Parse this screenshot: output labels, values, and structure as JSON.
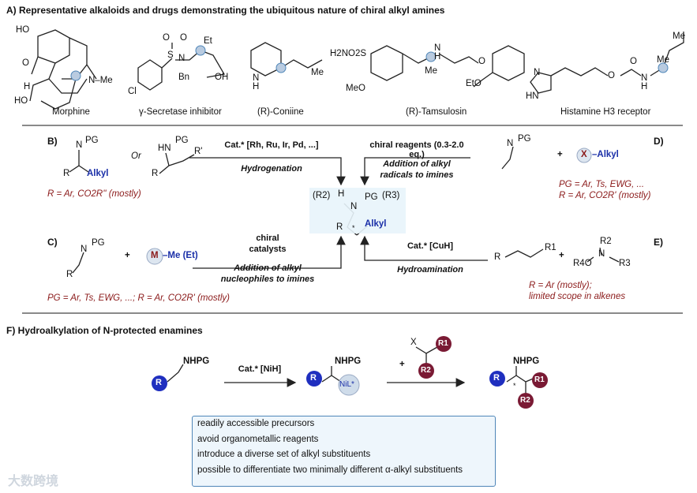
{
  "section_a": {
    "title": "A) Representative alkaloids and drugs demonstrating the ubiquitous nature of chiral alkyl amines",
    "compounds": [
      "Morphine",
      "γ-Secretase inhibitor",
      "(R)-Coniine",
      "(R)-Tamsulosin",
      "Histamine H3 receptor"
    ],
    "atoms": {
      "ho": "HO",
      "o": "O",
      "h": "H",
      "ho2": "HO",
      "nme": "N–Me",
      "cl": "Cl",
      "o1": "O",
      "s": "S",
      "o2": "O",
      "n": "N",
      "bn": "Bn",
      "et": "Et",
      "oh": "OH",
      "nh": "N\nH",
      "me": "Me",
      "h2no2s": "H2NO2S",
      "meo": "MeO",
      "me2": "Me",
      "nh2": "N\nH",
      "o3": "O",
      "eto": "EtO",
      "n3": "N",
      "hn": "HN",
      "o4": "O",
      "o5": "O",
      "nh3": "N\nH",
      "me3": "Me",
      "me4": "Me"
    }
  },
  "section_b": {
    "label": "B)",
    "sub1": {
      "n": "N",
      "pg": "PG",
      "r": "R",
      "alkyl": "Alkyl"
    },
    "or": "Or",
    "sub2": {
      "hn": "HN",
      "pg": "PG",
      "r": "R",
      "rp": "R'"
    },
    "note": "R = Ar, CO2R'' (mostly)",
    "catalyst": "Cat.* [Rh, Ru, Ir, Pd, ...]",
    "method": "Hydrogenation"
  },
  "section_c": {
    "label": "C)",
    "sub": {
      "n": "N",
      "pg": "PG",
      "r": "R"
    },
    "plus": "+",
    "metal": "M",
    "reagent": "–Me (Et)",
    "catalyst_line1": "chiral",
    "catalyst_line2": "catalysts",
    "method_line1": "Addition of alkyl",
    "method_line2": "nucleophiles to imines",
    "note": "PG = Ar, Ts, EWG, ...; R = Ar, CO2R' (mostly)"
  },
  "section_d": {
    "label": "D)",
    "reagents": "chiral reagents (0.3-2.0 eq.)",
    "method_line1": "Addition of alkyl",
    "method_line2": "radicals to imines",
    "sub": {
      "n": "N",
      "pg": "PG"
    },
    "plus": "+",
    "x": "X",
    "alkyl": "–Alkyl",
    "note1": "PG = Ar, Ts, EWG, ...",
    "note2": "R = Ar, CO2R' (mostly)"
  },
  "section_e": {
    "label": "E)",
    "catalyst": "Cat.* [CuH]",
    "method": "Hydroamination",
    "r": "R",
    "r1": "R1",
    "plus": "+",
    "r2": "R2",
    "n": "N",
    "r4o": "R4O",
    "r3": "R3",
    "note1": "R = Ar (mostly);",
    "note2": "limited scope in alkenes"
  },
  "center": {
    "r2": "(R2)",
    "h": "H",
    "n": "N",
    "pg": "PG",
    "r3": "(R3)",
    "r": "R",
    "star": "*",
    "alkyl": "Alkyl"
  },
  "section_f": {
    "title": "F) Hydroalkylation of N-protected enamines",
    "s1": {
      "r": "R",
      "nhpg": "NHPG"
    },
    "catalyst": "Cat.* [NiH]",
    "s2": {
      "r": "R",
      "nhpg": "NHPG",
      "nil": "NiL*"
    },
    "plus": "+",
    "s3": {
      "x": "X",
      "r1": "R1",
      "r2": "R2"
    },
    "s4": {
      "r": "R",
      "nhpg": "NHPG",
      "r1": "R1",
      "r2": "R2",
      "star": "*"
    },
    "advantages": [
      "readily accessible precursors",
      "avoid organometallic reagents",
      "introduce a diverse set of alkyl substituents",
      "possible to differentiate two minimally different α-alkyl substituents"
    ]
  },
  "watermark": "大数跨境",
  "colors": {
    "blue_ball": "#1f2fbf",
    "red_ball": "#7a1a34",
    "grey_ball": "#b9cbe0",
    "note_red": "#8b1a1a",
    "box_border": "#4f86b8",
    "box_fill": "#eef6fc",
    "center_fill": "#e8f4fb"
  }
}
